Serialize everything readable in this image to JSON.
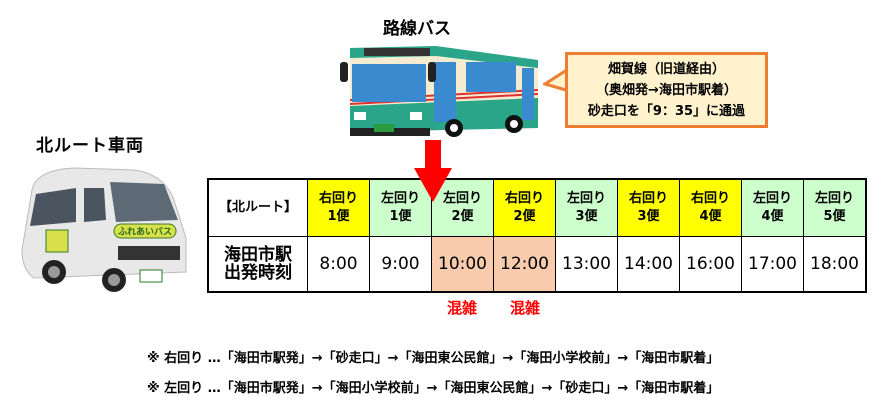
{
  "vehicle": {
    "title": "北ルート車両",
    "van_label": "ふれあいバス"
  },
  "route_bus": {
    "title": "路線バス",
    "callout": {
      "line1": "畑賀線（旧道経由）",
      "line2": "（奥畑発→海田市駅着）",
      "line3": "砂走口を「9：35」に通過"
    }
  },
  "colors": {
    "right_loop": "#ffff00",
    "left_loop": "#ccffcc",
    "congested": "#f8cbad",
    "congested_text": "#ff0000",
    "arrow": "#ff0000",
    "callout_bg": "#fff2cc",
    "callout_border": "#ed7d31"
  },
  "timetable": {
    "route_label": "【北ルート】",
    "row_label_line1": "海田市駅",
    "row_label_line2": "出発時刻",
    "columns": [
      {
        "dir": "右回り",
        "trip": "1便",
        "time": "8:00",
        "type": "right",
        "busy": false
      },
      {
        "dir": "左回り",
        "trip": "1便",
        "time": "9:00",
        "type": "left",
        "busy": false
      },
      {
        "dir": "左回り",
        "trip": "2便",
        "time": "10:00",
        "type": "left",
        "busy": true
      },
      {
        "dir": "右回り",
        "trip": "2便",
        "time": "12:00",
        "type": "right",
        "busy": true
      },
      {
        "dir": "左回り",
        "trip": "3便",
        "time": "13:00",
        "type": "left",
        "busy": false
      },
      {
        "dir": "右回り",
        "trip": "3便",
        "time": "14:00",
        "type": "right",
        "busy": false
      },
      {
        "dir": "右回り",
        "trip": "4便",
        "time": "16:00",
        "type": "right",
        "busy": false
      },
      {
        "dir": "左回り",
        "trip": "4便",
        "time": "17:00",
        "type": "left",
        "busy": false
      },
      {
        "dir": "左回り",
        "trip": "5便",
        "time": "18:00",
        "type": "left",
        "busy": false
      }
    ],
    "congestion_label": "混雑"
  },
  "notes": {
    "right_loop": "※ 右回り …「海田市駅発」→「砂走口」→「海田東公民館」→「海田小学校前」→「海田市駅着」",
    "left_loop": "※ 左回り …「海田市駅発」→「海田小学校前」→「海田東公民館」→「砂走口」→「海田市駅着」"
  }
}
